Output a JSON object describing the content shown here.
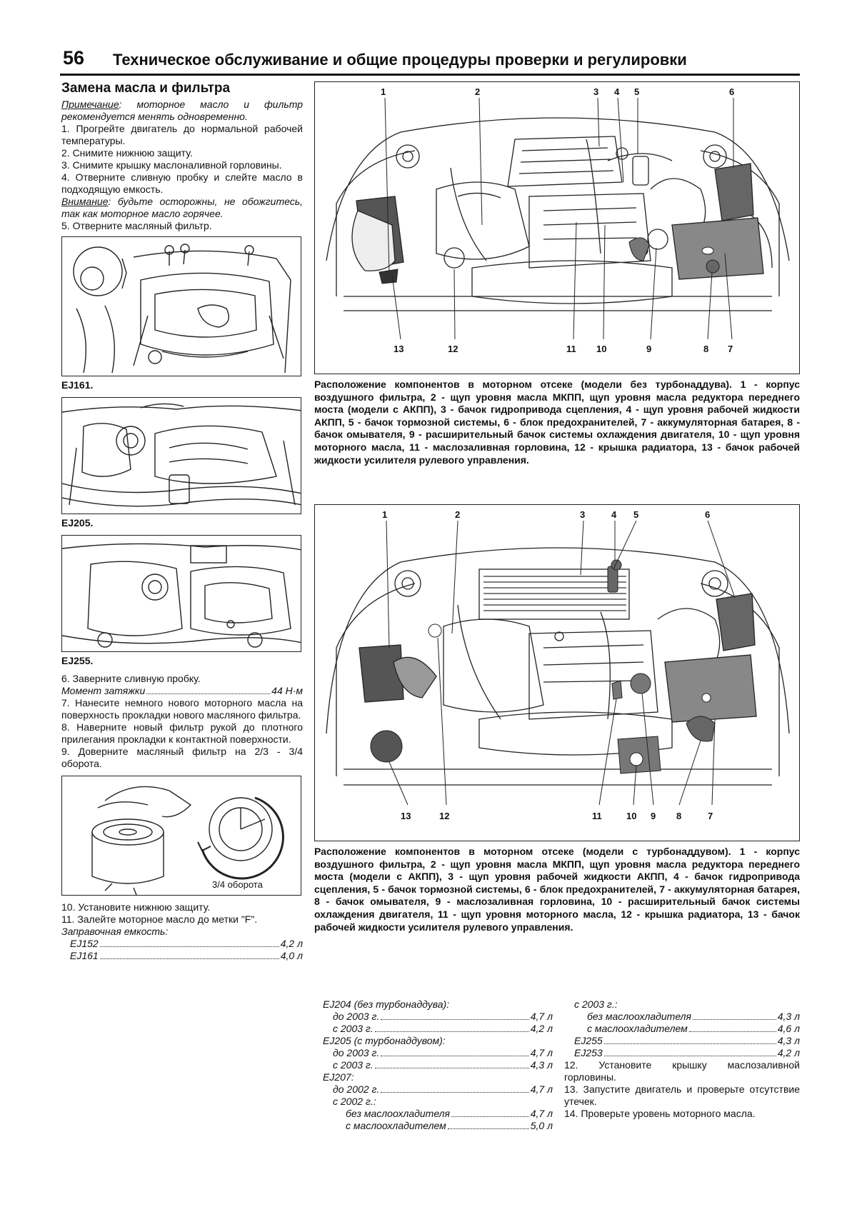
{
  "header": {
    "page_number": "56",
    "title": "Техническое обслуживание и общие процедуры проверки и регулировки"
  },
  "left": {
    "section_title": "Замена масла и фильтра",
    "note_label": "Примечание",
    "note_text": ": моторное масло и фильтр рекомендуется менять одновременно.",
    "steps1": [
      "1. Прогрейте двигатель до нормальной рабочей температуры.",
      "2. Снимите нижнюю защиту.",
      "3. Снимите крышку маслоналивной горловины.",
      "4. Отверните сливную пробку и слейте масло в подходящую емкость."
    ],
    "warning_label": "Внимание",
    "warning_text": ": будьте осторожны, не обожгитесь, так как моторное масло горячее.",
    "step5": "5. Отверните масляный фильтр.",
    "fig_captions": [
      "EJ161.",
      "EJ205.",
      "EJ255."
    ],
    "step6": "6. Заверните сливную пробку.",
    "torque_label": "Момент затяжки",
    "torque_value": "44 Н·м",
    "steps2": [
      "7. Нанесите немного нового моторного масла на поверхность прокладки нового масляного фильтра.",
      "8. Наверните новый фильтр рукой до плотного прилегания прокладки к контактной поверхности.",
      "9. Доверните масляный фильтр на 2/3 - 3/4 оборота."
    ],
    "fig_turn_label": "3/4 оборота",
    "steps3": [
      "10. Установите нижнюю защиту.",
      "11. Залейте моторное масло до метки \"F\"."
    ],
    "capacity_label": "Заправочная емкость:",
    "capacity": [
      {
        "label": "EJ152",
        "value": "4,2 л"
      },
      {
        "label": "EJ161",
        "value": "4,0 л"
      }
    ]
  },
  "fig_top": {
    "labels_top": [
      "1",
      "2",
      "3",
      "4",
      "5",
      "6"
    ],
    "labels_bottom": [
      "13",
      "12",
      "11",
      "10",
      "9",
      "8",
      "7"
    ],
    "caption": "Расположение компонентов в моторном отсеке (модели без турбонаддува). 1 - корпус воздушного фильтра, 2 - щуп уровня масла МКПП, щуп уровня масла редуктора переднего моста (модели с АКПП), 3 - бачок гидропривода сцепления, 4 - щуп уровня рабочей жидкости АКПП, 5 - бачок тормозной системы, 6 - блок предохранителей, 7 - аккумуляторная батарея, 8 - бачок омывателя, 9 - расширительный бачок системы охлаждения двигателя, 10 - щуп уровня моторного масла, 11 - маслозаливная горловина, 12 - крышка радиатора, 13 - бачок рабочей жидкости усилителя рулевого управления."
  },
  "fig_bottom": {
    "labels_top": [
      "1",
      "2",
      "3",
      "4",
      "5",
      "6"
    ],
    "labels_bottom": [
      "13",
      "12",
      "11",
      "10",
      "9",
      "8",
      "7"
    ],
    "caption": "Расположение компонентов в моторном отсеке (модели с турбонаддувом). 1 - корпус воздушного фильтра, 2 - щуп уровня масла МКПП, щуп уровня масла редуктора переднего моста (модели с АКПП), 3 - щуп уровня рабочей жидкости АКПП, 4 - бачок гидропривода сцепления, 5 - бачок тормозной системы, 6 - блок предохранителей, 7 - аккумуляторная батарея, 8 - бачок омывателя, 9 - маслозаливная горловина, 10 - расширительный бачок системы охлаждения двигателя, 11 - щуп уровня моторного масла, 12 - крышка радиатора, 13 - бачок рабочей жидкости усилителя рулевого управления."
  },
  "mid_col": {
    "rows": [
      {
        "type": "head",
        "text": "EJ204 (без турбонаддува):"
      },
      {
        "type": "item",
        "indent": 1,
        "label": "до 2003 г.",
        "value": "4,7 л"
      },
      {
        "type": "item",
        "indent": 1,
        "label": "с 2003 г.",
        "value": "4,2 л"
      },
      {
        "type": "head",
        "text": "EJ205 (с турбонаддувом):"
      },
      {
        "type": "item",
        "indent": 1,
        "label": "до 2003 г.",
        "value": "4,7 л"
      },
      {
        "type": "item",
        "indent": 1,
        "label": "с 2003 г.",
        "value": "4,3 л"
      },
      {
        "type": "head",
        "text": "EJ207:"
      },
      {
        "type": "item",
        "indent": 1,
        "label": "до 2002 г.",
        "value": "4,7 л"
      },
      {
        "type": "head2",
        "text": "с 2002 г.:"
      },
      {
        "type": "item",
        "indent": 2,
        "label": "без маслоохладителя",
        "value": "4,7 л"
      },
      {
        "type": "item",
        "indent": 2,
        "label": "с маслоохладителем",
        "value": "5,0 л"
      }
    ]
  },
  "right_col": {
    "rows": [
      {
        "type": "head2",
        "text": "с 2003 г.:"
      },
      {
        "type": "item",
        "indent": 2,
        "label": "без маслоохладителя",
        "value": "4,3 л"
      },
      {
        "type": "item",
        "indent": 2,
        "label": "с маслоохладителем",
        "value": "4,6 л"
      },
      {
        "type": "item",
        "indent": 1,
        "label": "EJ255",
        "value": "4,3 л"
      },
      {
        "type": "item",
        "indent": 1,
        "label": "EJ253",
        "value": "4,2 л"
      }
    ],
    "steps": [
      "12. Установите крышку маслозаливной горловины.",
      "13. Запустите двигатель и проверьте отсутствие утечек.",
      "14. Проверьте уровень моторного масла."
    ]
  }
}
